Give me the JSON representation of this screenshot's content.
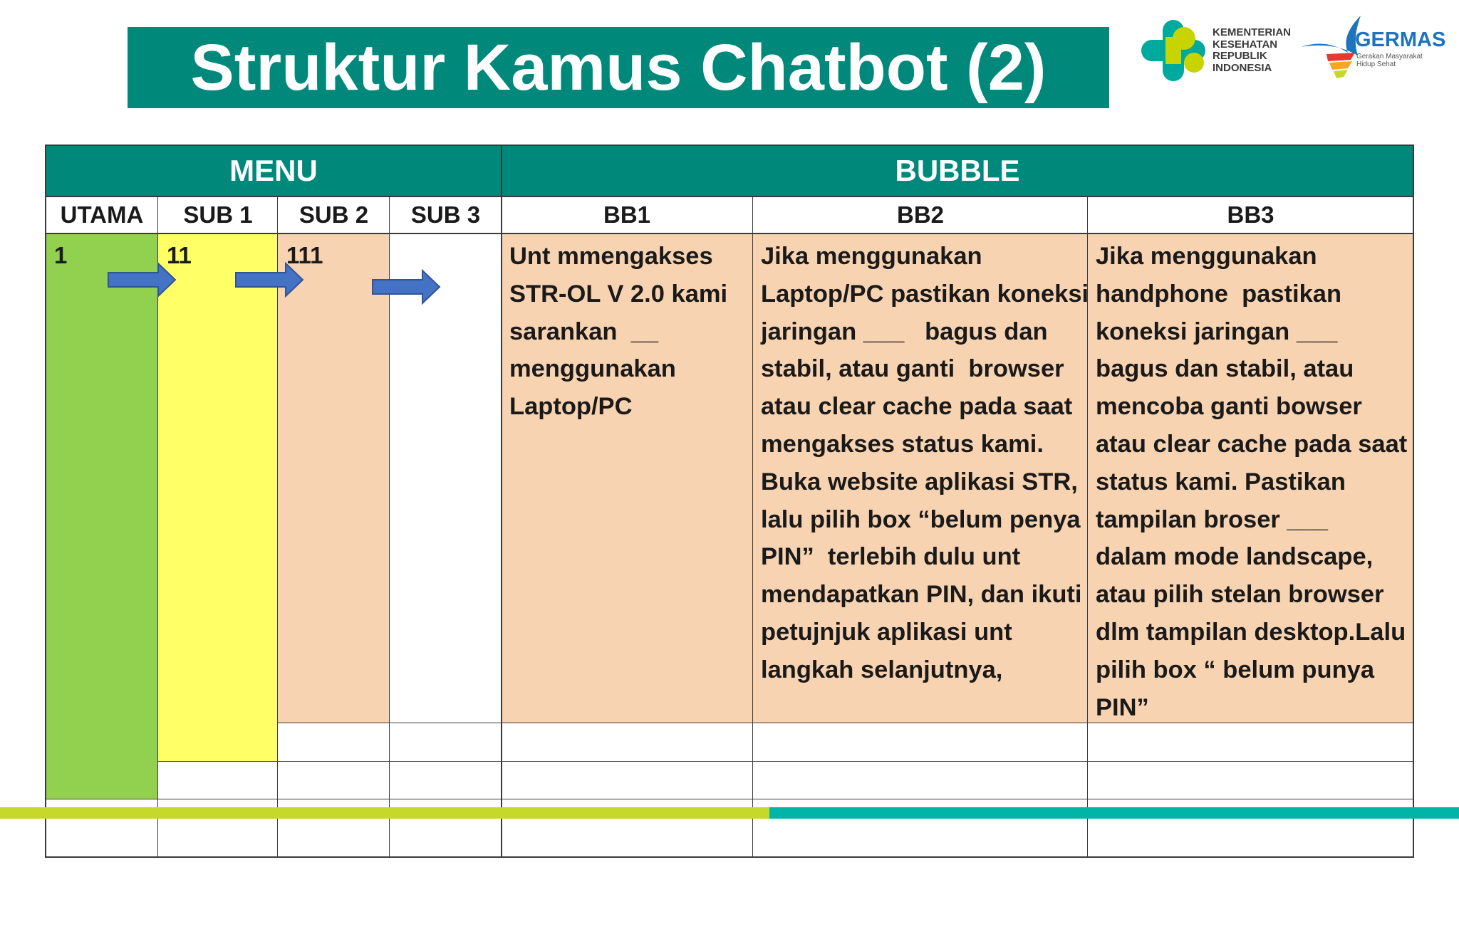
{
  "title": "Struktur Kamus Chatbot (2)",
  "logos": {
    "kemenkes_lines": [
      "KEMENTERIAN",
      "KESEHATAN",
      "REPUBLIK",
      "INDONESIA"
    ],
    "germas_name": "GERMAS",
    "germas_tagline": "Gerakan Masyarakat Hidup Sehat"
  },
  "colors": {
    "header_teal": "#00897b",
    "utama_green": "#92d050",
    "sub1_yellow": "#ffff66",
    "peach": "#f8d3b1",
    "arrow_blue": "#4472c4",
    "band_lime": "#c6d92a",
    "band_teal": "#00b4a6"
  },
  "table": {
    "group_headers": {
      "menu": "MENU",
      "bubble": "BUBBLE"
    },
    "columns": [
      "UTAMA",
      "SUB 1",
      "SUB 2",
      "SUB 3",
      "BB1",
      "BB2",
      "BB3"
    ],
    "row1": {
      "utama": "1",
      "sub1": "11",
      "sub2": "111",
      "sub3": "",
      "bb1": "Unt mmengakses\nSTR-OL V 2.0 kami\nsarankan  __\nmenggunakan\nLaptop/PC",
      "bb2": "Jika menggunakan\nLaptop/PC pastikan koneksi\njaringan ___   bagus dan\nstabil, atau ganti  browser\natau clear cache pada saat\nmengakses status kami.\nBuka website aplikasi STR,\nlalu pilih box “belum penya\nPIN”  terlebih dulu unt\nmendapatkan PIN, dan ikuti\npetujnjuk aplikasi unt\nlangkah selanjutnya,",
      "bb3": "Jika menggunakan\nhandphone  pastikan\nkoneksi jaringan ___\nbagus dan stabil, atau\nmencoba ganti bowser\natau clear cache pada saat\nstatus kami. Pastikan\ntampilan broser ___\ndalam mode landscape,\natau pilih stelan browser\ndlm tampilan desktop.Lalu\npilih box “ belum punya\nPIN”"
    }
  }
}
